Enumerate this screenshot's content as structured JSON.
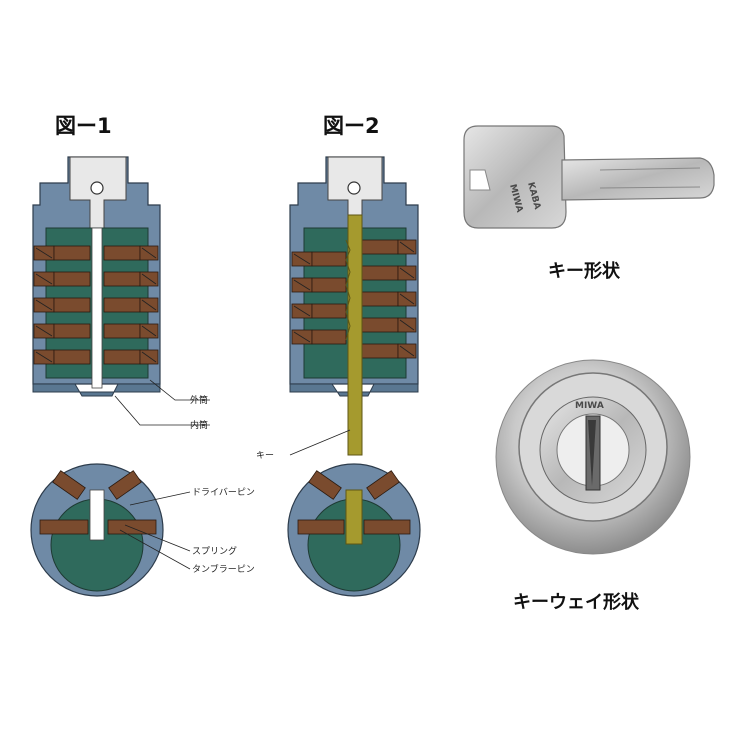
{
  "figures": {
    "fig1_title": "図ー1",
    "fig2_title": "図ー2"
  },
  "callouts": {
    "outer_cylinder": "外筒",
    "inner_cylinder": "内筒",
    "key": "キー",
    "driver_pin": "ドライバーピン",
    "spring": "スプリング",
    "tumbler_pin": "タンブラーピン"
  },
  "captions": {
    "key_shape": "キー形状",
    "keyway_shape": "キーウェイ形状"
  },
  "brand": {
    "key_logo": "MIWA",
    "key_sub": "KABA",
    "cylinder_logo": "MIWA"
  },
  "colors": {
    "housing_gray": "#c9c9c9",
    "outer_blue": "#6f8aa6",
    "inner_teal": "#2f6a5c",
    "pin_brown": "#7a4b2e",
    "key_olive": "#a59a2e"
  }
}
